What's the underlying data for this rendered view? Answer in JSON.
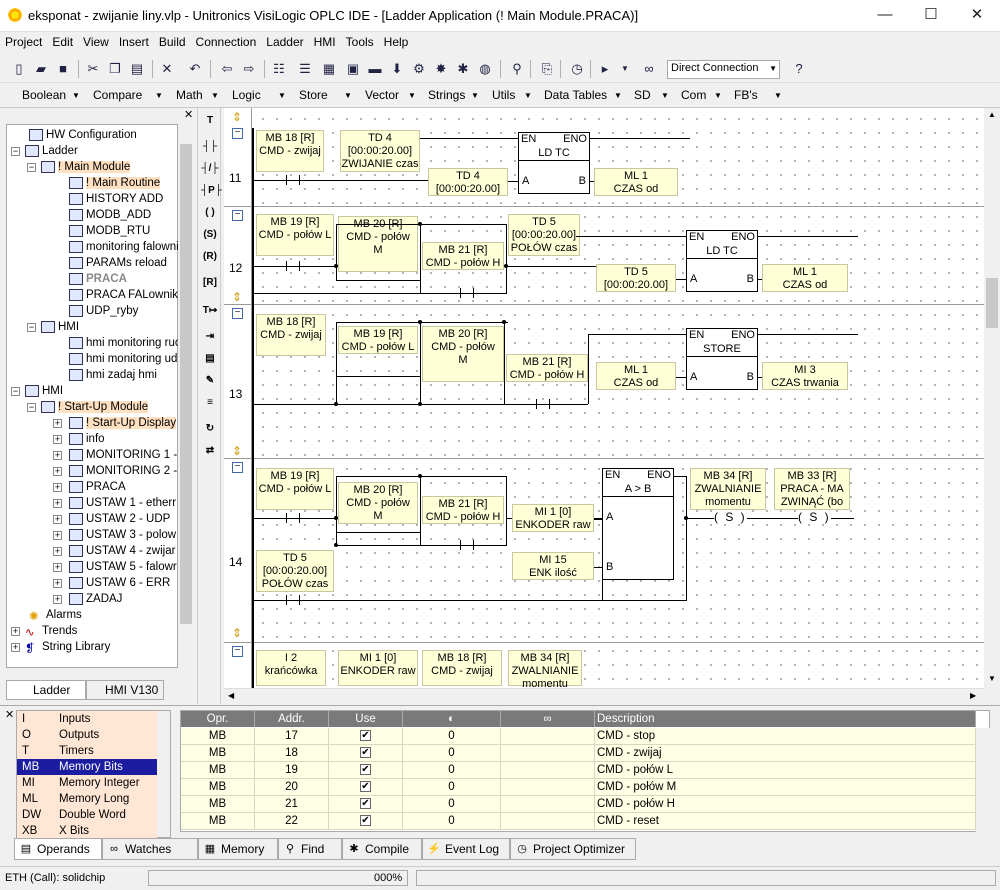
{
  "window": {
    "title": "eksponat - zwijanie liny.vlp - Unitronics VisiLogic OPLC IDE - [Ladder Application (! Main Module.PRACA)]",
    "minimize": "—",
    "maximize": "☐",
    "close": "✕"
  },
  "menu": [
    "Project",
    "Edit",
    "View",
    "Insert",
    "Build",
    "Connection",
    "Ladder",
    "HMI",
    "Tools",
    "Help"
  ],
  "connection": {
    "value": "Direct Connection"
  },
  "toolbar2": [
    {
      "label": "Boolean"
    },
    {
      "label": "Compare"
    },
    {
      "label": "Math"
    },
    {
      "label": "Logic"
    },
    {
      "label": "Store"
    },
    {
      "label": "Vector"
    },
    {
      "label": "Strings"
    },
    {
      "label": "Utils"
    },
    {
      "label": "Data Tables"
    },
    {
      "label": "SD"
    },
    {
      "label": "Com"
    },
    {
      "label": "FB's"
    }
  ],
  "tree": {
    "close": "✕",
    "items": [
      {
        "label": "HW Configuration"
      },
      {
        "label": "Ladder"
      },
      {
        "label": "! Main Module"
      },
      {
        "label": "! Main Routine"
      },
      {
        "label": "HISTORY ADD"
      },
      {
        "label": "MODB_ADD"
      },
      {
        "label": "MODB_RTU"
      },
      {
        "label": "monitoring falownil"
      },
      {
        "label": "PARAMs reload"
      },
      {
        "label": "PRACA"
      },
      {
        "label": "PRACA FALownik"
      },
      {
        "label": "UDP_ryby"
      },
      {
        "label": "HMI"
      },
      {
        "label": "hmi monitoring ruc"
      },
      {
        "label": "hmi monitoring udp"
      },
      {
        "label": "hmi zadaj hmi"
      },
      {
        "label": "HMI"
      },
      {
        "label": "! Start-Up Module"
      },
      {
        "label": "! Start-Up Display"
      },
      {
        "label": "info"
      },
      {
        "label": "MONITORING 1 -"
      },
      {
        "label": "MONITORING 2 -"
      },
      {
        "label": "PRACA"
      },
      {
        "label": "USTAW 1 - etherr"
      },
      {
        "label": "USTAW 2 - UDP"
      },
      {
        "label": "USTAW 3 - polow"
      },
      {
        "label": "USTAW 4 - zwijar"
      },
      {
        "label": "USTAW 5 - falowr"
      },
      {
        "label": "USTAW 6 - ERR"
      },
      {
        "label": "ZADAJ"
      },
      {
        "label": "Alarms"
      },
      {
        "label": "Trends"
      },
      {
        "label": "String Library"
      }
    ],
    "tabs": [
      "Ladder",
      "HMI V130"
    ]
  },
  "rungs": {
    "r11": {
      "num": "11",
      "c1": "MB 18 [R]\nCMD - zwijaj",
      "c2": "TD 4\n[00:00:20.00]\nZWIJANIE czas",
      "fb_name": "LD TC",
      "a_in": "TD 4\n[00:00:20.00]",
      "b_out": "ML 1\nCZAS od"
    },
    "r12": {
      "num": "12",
      "c1": "MB 19 [R]\nCMD - połów L",
      "c2": "MB 20 [R]\nCMD - połów\nM",
      "c3": "MB 21 [R]\nCMD - połów H",
      "c4": "TD 5\n[00:00:20.00]\nPOŁÓW czas",
      "fb_name": "LD TC",
      "a_in": "TD 5\n[00:00:20.00]",
      "b_out": "ML 1\nCZAS od"
    },
    "r13": {
      "num": "13",
      "c1": "MB 18 [R]\nCMD - zwijaj",
      "c2": "MB 19 [R]\nCMD - połów L",
      "c3": "MB 20 [R]\nCMD - połów\nM",
      "c4": "MB 21 [R]\nCMD - połów H",
      "fb_name": "STORE",
      "a_in": "ML 1\nCZAS od",
      "b_out": "MI 3\nCZAS trwania"
    },
    "r14": {
      "num": "14",
      "c1": "MB 19 [R]\nCMD - połów L",
      "c2": "MB 20 [R]\nCMD - połów\nM",
      "c3": "MB 21 [R]\nCMD - połów H",
      "c5": "TD 5\n[00:00:20.00]\nPOŁÓW czas",
      "a_in": "MI 1 [0]\nENKODER raw",
      "b_in": "MI 15\nENK ilość",
      "fb_name": "A > B",
      "coil1": "MB 34 [R]\nZWALNIANIE\nmomentu",
      "coil2": "MB 33 [R]\nPRACA - MA\nZWINĄĆ (bo"
    },
    "r15": {
      "c1": "I 2\nkrańcówka",
      "c2": "MI 1 [0]\nENKODER raw",
      "c3": "MB 18 [R]\nCMD - zwijaj",
      "c4": "MB 34 [R]\nZWALNIANIE\nmomentu"
    },
    "fb_en": "EN",
    "fb_eno": "ENO",
    "pin_a": "A",
    "pin_b": "B",
    "coil_s": "( S )",
    "coil_empty": "(  )"
  },
  "operands": {
    "close": "✕",
    "list": [
      {
        "code": "I",
        "name": "Inputs"
      },
      {
        "code": "O",
        "name": "Outputs"
      },
      {
        "code": "T",
        "name": "Timers"
      },
      {
        "code": "MB",
        "name": "Memory Bits"
      },
      {
        "code": "MI",
        "name": "Memory Integer"
      },
      {
        "code": "ML",
        "name": "Memory Long"
      },
      {
        "code": "DW",
        "name": "Double Word"
      },
      {
        "code": "XB",
        "name": "X Bits"
      }
    ],
    "selected": "MB",
    "columns": [
      "Opr.",
      "Addr.",
      "Use",
      "",
      "",
      "Description"
    ],
    "rows": [
      {
        "opr": "MB",
        "addr": "17",
        "val": "0",
        "desc": "CMD - stop"
      },
      {
        "opr": "MB",
        "addr": "18",
        "val": "0",
        "desc": "CMD - zwijaj"
      },
      {
        "opr": "MB",
        "addr": "19",
        "val": "0",
        "desc": "CMD - połów L"
      },
      {
        "opr": "MB",
        "addr": "20",
        "val": "0",
        "desc": "CMD - połów M"
      },
      {
        "opr": "MB",
        "addr": "21",
        "val": "0",
        "desc": "CMD - połów H"
      },
      {
        "opr": "MB",
        "addr": "22",
        "val": "0",
        "desc": "CMD - reset"
      }
    ],
    "check": "✔"
  },
  "bottom_tabs": [
    "Operands",
    "Watches",
    "Memory",
    "Find",
    "Compile",
    "Event Log",
    "Project Optimizer"
  ],
  "status": {
    "conn": "ETH (Call): solidchip",
    "zoom": "000%"
  }
}
